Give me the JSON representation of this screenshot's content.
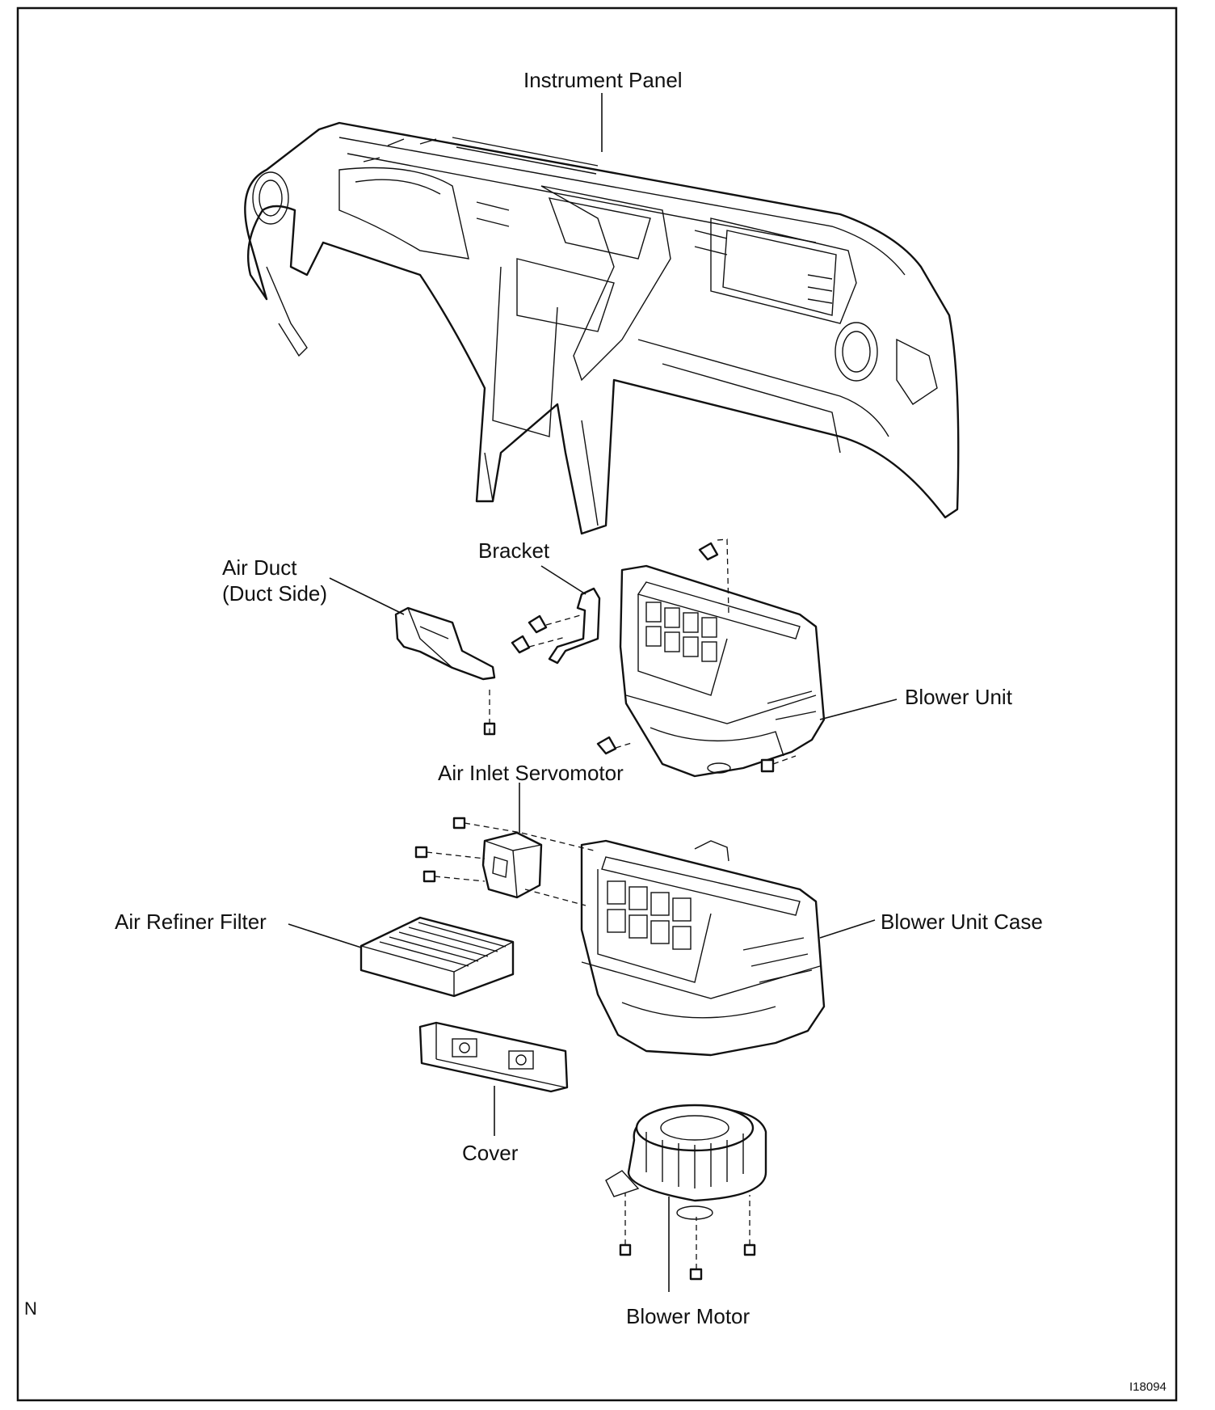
{
  "labels": {
    "instrument_panel": "Instrument Panel",
    "bracket": "Bracket",
    "air_duct": "Air Duct",
    "duct_side": "(Duct Side)",
    "blower_unit": "Blower Unit",
    "air_inlet_servomotor": "Air Inlet Servomotor",
    "air_refiner_filter": "Air Refiner Filter",
    "blower_unit_case": "Blower Unit Case",
    "cover": "Cover",
    "blower_motor": "Blower Motor",
    "corner_mark": "N",
    "figure_code": "I18094"
  }
}
